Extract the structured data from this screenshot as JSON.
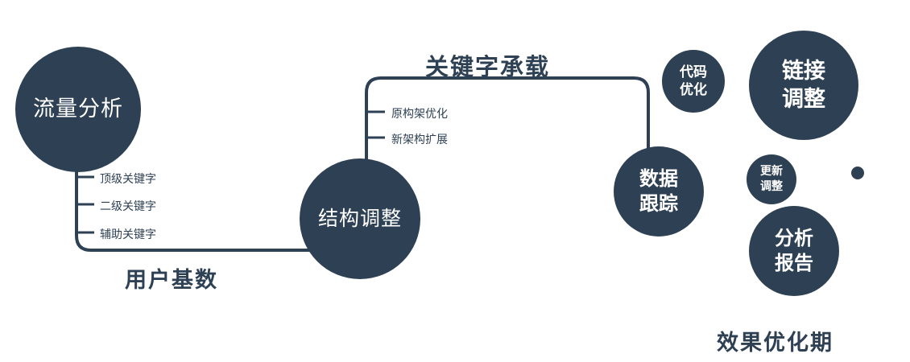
{
  "colors": {
    "primary": "#2e4154",
    "background": "#ffffff",
    "text_on_node": "#ffffff"
  },
  "diagram": {
    "nodes": {
      "traffic_analysis": {
        "label": "流量分析"
      },
      "structure_adjust": {
        "label": "结构调整"
      },
      "data_tracking": {
        "line1": "数据",
        "line2": "跟踪"
      },
      "code_optimize": {
        "line1": "代码",
        "line2": "优化"
      },
      "link_adjust": {
        "line1": "链接",
        "line2": "调整"
      },
      "update_adjust": {
        "line1": "更新",
        "line2": "调整"
      },
      "analysis_report": {
        "line1": "分析",
        "line2": "报告"
      }
    },
    "edge_labels": {
      "user_base": "用户基数",
      "keyword_bearing": "关键字承载"
    },
    "branches": {
      "left": [
        "顶级关键字",
        "二级关键字",
        "辅助关键字"
      ],
      "middle": [
        "原构架优化",
        "新架构扩展"
      ]
    },
    "footer": "效果优化期"
  }
}
